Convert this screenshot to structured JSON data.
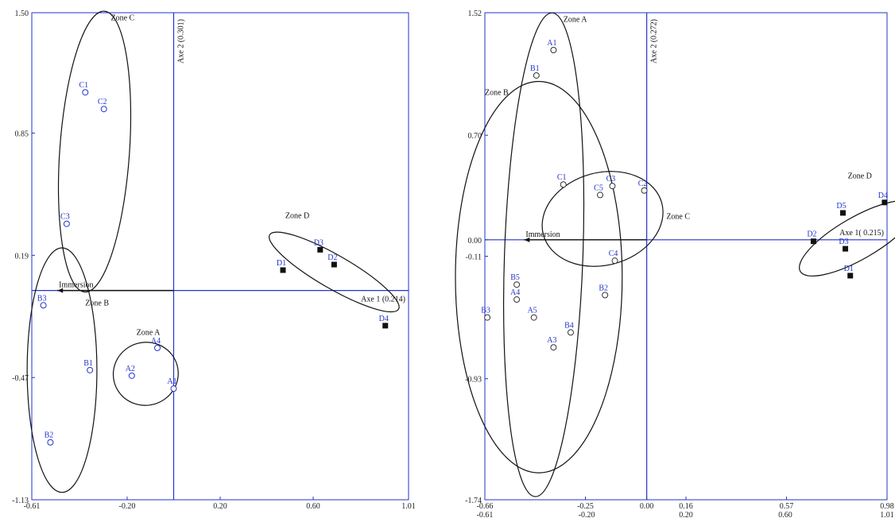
{
  "chart_data": [
    {
      "type": "scatter",
      "xlim": [
        -0.61,
        1.01
      ],
      "ylim": [
        -1.13,
        1.5
      ],
      "x_ticks": [
        -0.61,
        -0.2,
        0.2,
        0.6,
        1.01
      ],
      "y_ticks": [
        1.5,
        0.85,
        0.19,
        -0.47,
        -1.13
      ],
      "x_tick_labels": [
        "-0.61",
        "-0.20",
        "0.20",
        "0.60",
        "1.01"
      ],
      "y_tick_labels": [
        "1.50",
        "0.85",
        "0.19",
        "-0.47",
        "-1.13"
      ],
      "axis1_label": "Axe 1 (0.214)",
      "axis2_label": "Axe 2 (0.301)",
      "vector": {
        "label": "Immersion",
        "from": [
          0,
          0
        ],
        "to": [
          -0.5,
          0
        ]
      },
      "points": [
        {
          "label": "C1",
          "x": -0.38,
          "y": 1.07,
          "marker": "circle"
        },
        {
          "label": "C2",
          "x": -0.3,
          "y": 0.98,
          "marker": "circle"
        },
        {
          "label": "C3",
          "x": -0.46,
          "y": 0.36,
          "marker": "circle"
        },
        {
          "label": "B3",
          "x": -0.56,
          "y": -0.08,
          "marker": "circle"
        },
        {
          "label": "B1",
          "x": -0.36,
          "y": -0.43,
          "marker": "circle"
        },
        {
          "label": "B2",
          "x": -0.53,
          "y": -0.82,
          "marker": "circle"
        },
        {
          "label": "A4",
          "x": -0.07,
          "y": -0.31,
          "marker": "circle"
        },
        {
          "label": "A2",
          "x": -0.18,
          "y": -0.46,
          "marker": "circle"
        },
        {
          "label": "A1",
          "x": 0.0,
          "y": -0.53,
          "marker": "circle"
        },
        {
          "label": "D3",
          "x": 0.63,
          "y": 0.22,
          "marker": "square"
        },
        {
          "label": "D2",
          "x": 0.69,
          "y": 0.14,
          "marker": "square"
        },
        {
          "label": "D1",
          "x": 0.47,
          "y": 0.11,
          "marker": "square"
        },
        {
          "label": "D4",
          "x": 0.91,
          "y": -0.19,
          "marker": "square"
        }
      ],
      "zones": [
        {
          "label": "Zone C",
          "cx": -0.34,
          "cy": 0.75,
          "rx": 0.15,
          "ry": 0.76,
          "rotate": 4,
          "label_x": -0.27,
          "label_y": 1.46
        },
        {
          "label": "Zone B",
          "cx": -0.48,
          "cy": -0.43,
          "rx": 0.15,
          "ry": 0.66,
          "rotate": 0,
          "label_x": -0.38,
          "label_y": -0.08
        },
        {
          "label": "Zone A",
          "cx": -0.12,
          "cy": -0.45,
          "rx": 0.14,
          "ry": 0.17,
          "rotate": -15,
          "label_x": -0.16,
          "label_y": -0.24
        },
        {
          "label": "Zone D",
          "cx": 0.69,
          "cy": 0.1,
          "rx": 0.32,
          "ry": 0.09,
          "rotate": 30,
          "label_x": 0.48,
          "label_y": 0.39
        }
      ]
    },
    {
      "type": "scatter",
      "xlim": [
        -0.66,
        0.98
      ],
      "ylim": [
        -1.74,
        1.52
      ],
      "x_ticks": [
        -0.66,
        -0.25,
        0.0,
        0.16,
        0.57,
        0.98
      ],
      "y_ticks": [
        1.52,
        0.7,
        0.0,
        -0.11,
        -0.93,
        -1.74
      ],
      "x_tick_labels": [
        "-0.66",
        "-0.25",
        "0.00",
        "0.16",
        "0.57",
        "0.98"
      ],
      "x_tick_labels_lower": [
        "-0.61",
        "-0.20",
        "0.20",
        "0.60",
        "1.01"
      ],
      "y_tick_labels": [
        "1.52",
        "0.70",
        "0.00",
        "-0.11",
        "-0.93",
        "-1.74"
      ],
      "axis1_label": "Axe 1( 0.215)",
      "axis2_label": "Axe 2 (0.272)",
      "vector": {
        "label": "Immersion",
        "from": [
          0,
          0
        ],
        "to": [
          -0.5,
          0
        ]
      },
      "points": [
        {
          "label": "A1",
          "x": -0.38,
          "y": 1.27,
          "marker": "circle"
        },
        {
          "label": "B1",
          "x": -0.45,
          "y": 1.1,
          "marker": "circle"
        },
        {
          "label": "C1",
          "x": -0.34,
          "y": 0.37,
          "marker": "circle"
        },
        {
          "label": "C3",
          "x": -0.14,
          "y": 0.36,
          "marker": "circle"
        },
        {
          "label": "C5",
          "x": -0.19,
          "y": 0.3,
          "marker": "circle"
        },
        {
          "label": "C2",
          "x": -0.01,
          "y": 0.33,
          "marker": "circle"
        },
        {
          "label": "C4",
          "x": -0.13,
          "y": -0.14,
          "marker": "circle"
        },
        {
          "label": "B5",
          "x": -0.53,
          "y": -0.3,
          "marker": "circle"
        },
        {
          "label": "A4",
          "x": -0.53,
          "y": -0.4,
          "marker": "circle"
        },
        {
          "label": "B2",
          "x": -0.17,
          "y": -0.37,
          "marker": "circle"
        },
        {
          "label": "B3",
          "x": -0.65,
          "y": -0.52,
          "marker": "circle"
        },
        {
          "label": "A5",
          "x": -0.46,
          "y": -0.52,
          "marker": "circle"
        },
        {
          "label": "B4",
          "x": -0.31,
          "y": -0.62,
          "marker": "circle"
        },
        {
          "label": "A3",
          "x": -0.38,
          "y": -0.72,
          "marker": "circle"
        },
        {
          "label": "D4",
          "x": 0.97,
          "y": 0.25,
          "marker": "square"
        },
        {
          "label": "D5",
          "x": 0.8,
          "y": 0.18,
          "marker": "square"
        },
        {
          "label": "D2",
          "x": 0.68,
          "y": -0.01,
          "marker": "square"
        },
        {
          "label": "D3",
          "x": 0.81,
          "y": -0.06,
          "marker": "square"
        },
        {
          "label": "D1",
          "x": 0.83,
          "y": -0.24,
          "marker": "square"
        }
      ],
      "zones": [
        {
          "label": "Zone A",
          "cx": -0.42,
          "cy": -0.1,
          "rx": 0.16,
          "ry": 1.62,
          "rotate": 2,
          "label_x": -0.34,
          "label_y": 1.46
        },
        {
          "label": "Zone B",
          "cx": -0.44,
          "cy": -0.25,
          "rx": 0.34,
          "ry": 1.31,
          "rotate": 0,
          "label_x": -0.66,
          "label_y": 0.97
        },
        {
          "label": "Zone C",
          "cx": -0.18,
          "cy": 0.14,
          "rx": 0.25,
          "ry": 0.31,
          "rotate": -15,
          "label_x": 0.08,
          "label_y": 0.14
        },
        {
          "label": "Zone D",
          "cx": 0.86,
          "cy": 0.01,
          "rx": 0.27,
          "ry": 0.14,
          "rotate": -30,
          "label_x": 0.82,
          "label_y": 0.41
        }
      ]
    }
  ]
}
